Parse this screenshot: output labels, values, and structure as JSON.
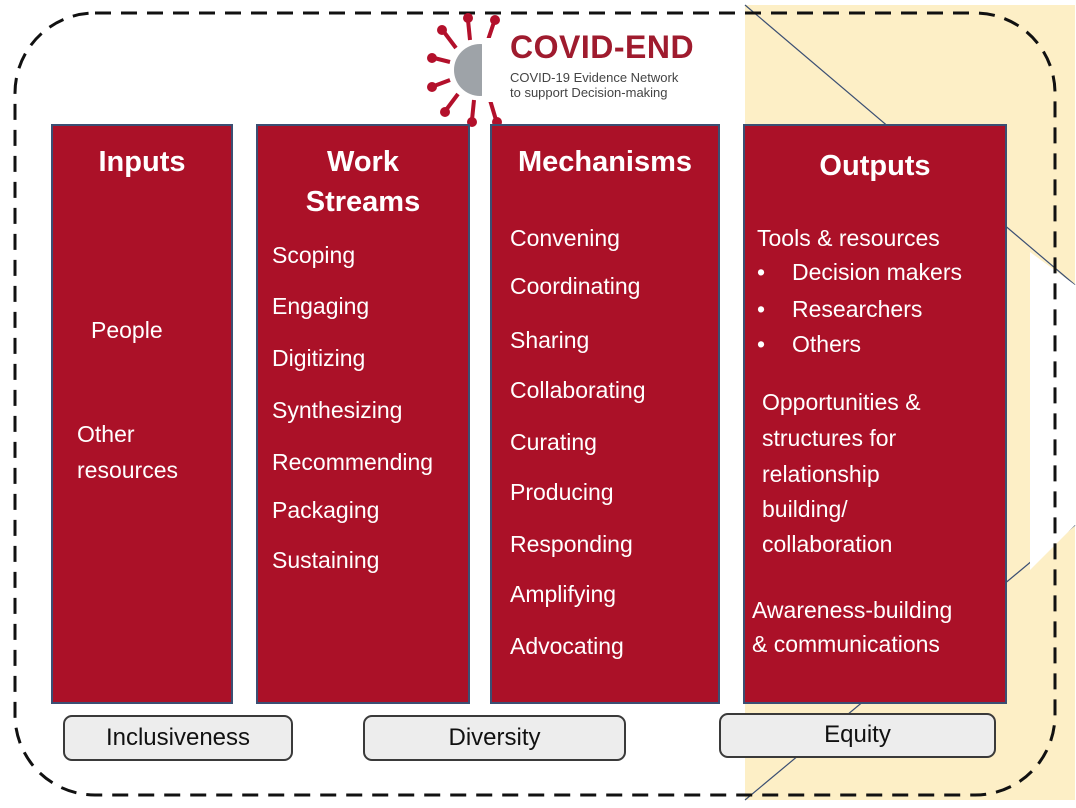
{
  "logo": {
    "name": "COVID-END",
    "subtitle_line1": "COVID-19 Evidence Network",
    "subtitle_line2": "to support Decision-making"
  },
  "columns": {
    "inputs": {
      "title": "Inputs",
      "items": [
        "People",
        "Other",
        "resources"
      ]
    },
    "work_streams": {
      "title_line1": "Work",
      "title_line2": "Streams",
      "items": [
        "Scoping",
        "Engaging",
        "Digitizing",
        "Synthesizing",
        "Recommending",
        "Packaging",
        "Sustaining"
      ]
    },
    "mechanisms": {
      "title": "Mechanisms",
      "items": [
        "Convening",
        "Coordinating",
        "Sharing",
        "Collaborating",
        "Curating",
        "Producing",
        "Responding",
        "Amplifying",
        "Advocating"
      ]
    },
    "outputs": {
      "title": "Outputs",
      "lines": [
        "Tools & resources",
        "Decision makers",
        "Researchers",
        "Others",
        "Opportunities &",
        "structures for",
        "relationship",
        "building/",
        "collaboration",
        "Awareness-building",
        "& communications"
      ]
    }
  },
  "principles": [
    "Inclusiveness",
    "Diversity",
    "Equity"
  ],
  "colors": {
    "column_fill": "#ab1128",
    "column_border": "#3b4f73",
    "accent_panel": "#fdefc6",
    "pill_fill": "#ededed"
  }
}
